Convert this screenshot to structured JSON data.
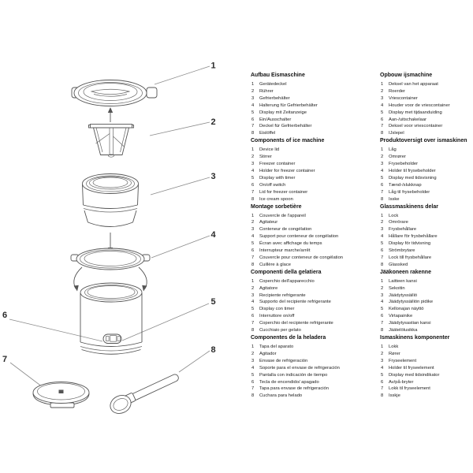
{
  "item_numbers": [
    "1",
    "2",
    "3",
    "4",
    "5",
    "6",
    "7",
    "8"
  ],
  "diagram": {
    "labels": [
      "1",
      "2",
      "3",
      "4",
      "5",
      "6",
      "7",
      "8"
    ]
  },
  "columns": [
    {
      "sections": [
        {
          "lang": "german",
          "title": "Aufbau Eismaschine",
          "items": [
            "Gerätedeckel",
            "Rührer",
            "Gefrierbehälter",
            "Halterung für Gefrierbehälter",
            "Display mit Zeitanzeige",
            "Ein/Ausschalter",
            "Deckel für Gefrierbehälter",
            "Eislöffel"
          ]
        },
        {
          "lang": "english",
          "title": "Components of ice machine",
          "items": [
            "Device lid",
            "Stirrer",
            "Freezer container",
            "Holder for freezer container",
            "Display with timer",
            "On/off switch",
            "Lid for freezer container",
            "Ice cream spoon"
          ]
        },
        {
          "lang": "french",
          "title": "Montage sorbetière",
          "items": [
            "Couvercle de l'appareil",
            "Agitateur",
            "Conteneur de congélation",
            "Support pour conteneur de congélation",
            "Écran avec affichage du temps",
            "Interrupteur marche/arrêt",
            "Couvercle pour conteneur de congélation",
            "Cuillère à glace"
          ]
        },
        {
          "lang": "italian",
          "title": "Componenti della gelatiera",
          "items": [
            "Coperchio dell'apparecchio",
            "Agitatore",
            "Recipiente refrigerante",
            "Supporto del recipiente refrigerante",
            "Display con timer",
            "Interruttore on/off",
            "Coperchio del recipiente refrigerante",
            "Cucchiaio per gelato"
          ]
        },
        {
          "lang": "spanish",
          "title": "Componentes de la heladera",
          "items": [
            "Tapa del aparato",
            "Agitador",
            "Envase de refrigeración",
            "Soporte para el envase de refrigeración",
            "Pantalla con indicación de tiempo",
            "Tecla de encendido/ apagado",
            "Tapa para envase de refrigeración",
            "Cuchara para helado"
          ]
        }
      ]
    },
    {
      "sections": [
        {
          "lang": "dutch",
          "title": "Opbouw ijsmachine",
          "items": [
            "Deksel van het apparaat",
            "Roerder",
            "Vriescontainer",
            "Houder voor de vriescontainer",
            "Display met tijdaanduiding",
            "Aan-/uitschakelaar",
            "Deksel voor vriescontainer",
            "IJslepel"
          ]
        },
        {
          "lang": "danish",
          "title": "Produktoversigt over ismaskinen",
          "items": [
            "Låg",
            "Omrører",
            "Frysebeholder",
            "Holder til frysebeholder",
            "Display med tidsvisning",
            "Tænd-/slukknap",
            "Låg til frysebeholder",
            "Isske"
          ]
        },
        {
          "lang": "swedish",
          "title": "Glassmaskinens delar",
          "items": [
            "Lock",
            "Omrörare",
            "Frysbehållare",
            "Hållare för frysbehållare",
            "Display för tidvisning",
            "Strömbrytare",
            "Lock till frysbehållare",
            "Glassked"
          ]
        },
        {
          "lang": "finnish",
          "title": "Jääkoneen rakenne",
          "items": [
            "Laitteen kansi",
            "Sekoitin",
            "Jäädytyssäiliö",
            "Jäädytyssäiliön pidike",
            "Kellonajan näyttö",
            "Virtapainike",
            "Jäädytysastian kansi",
            "Jäätelölusikka"
          ]
        },
        {
          "lang": "norwegian",
          "title": "Ismaskinens komponenter",
          "items": [
            "Lokk",
            "Rører",
            "Fryseelement",
            "Holder til fryseelement",
            "Display med tidsindikator",
            "Av/på-bryter",
            "Lokk til fryseelement",
            "Isskje"
          ]
        }
      ]
    }
  ]
}
